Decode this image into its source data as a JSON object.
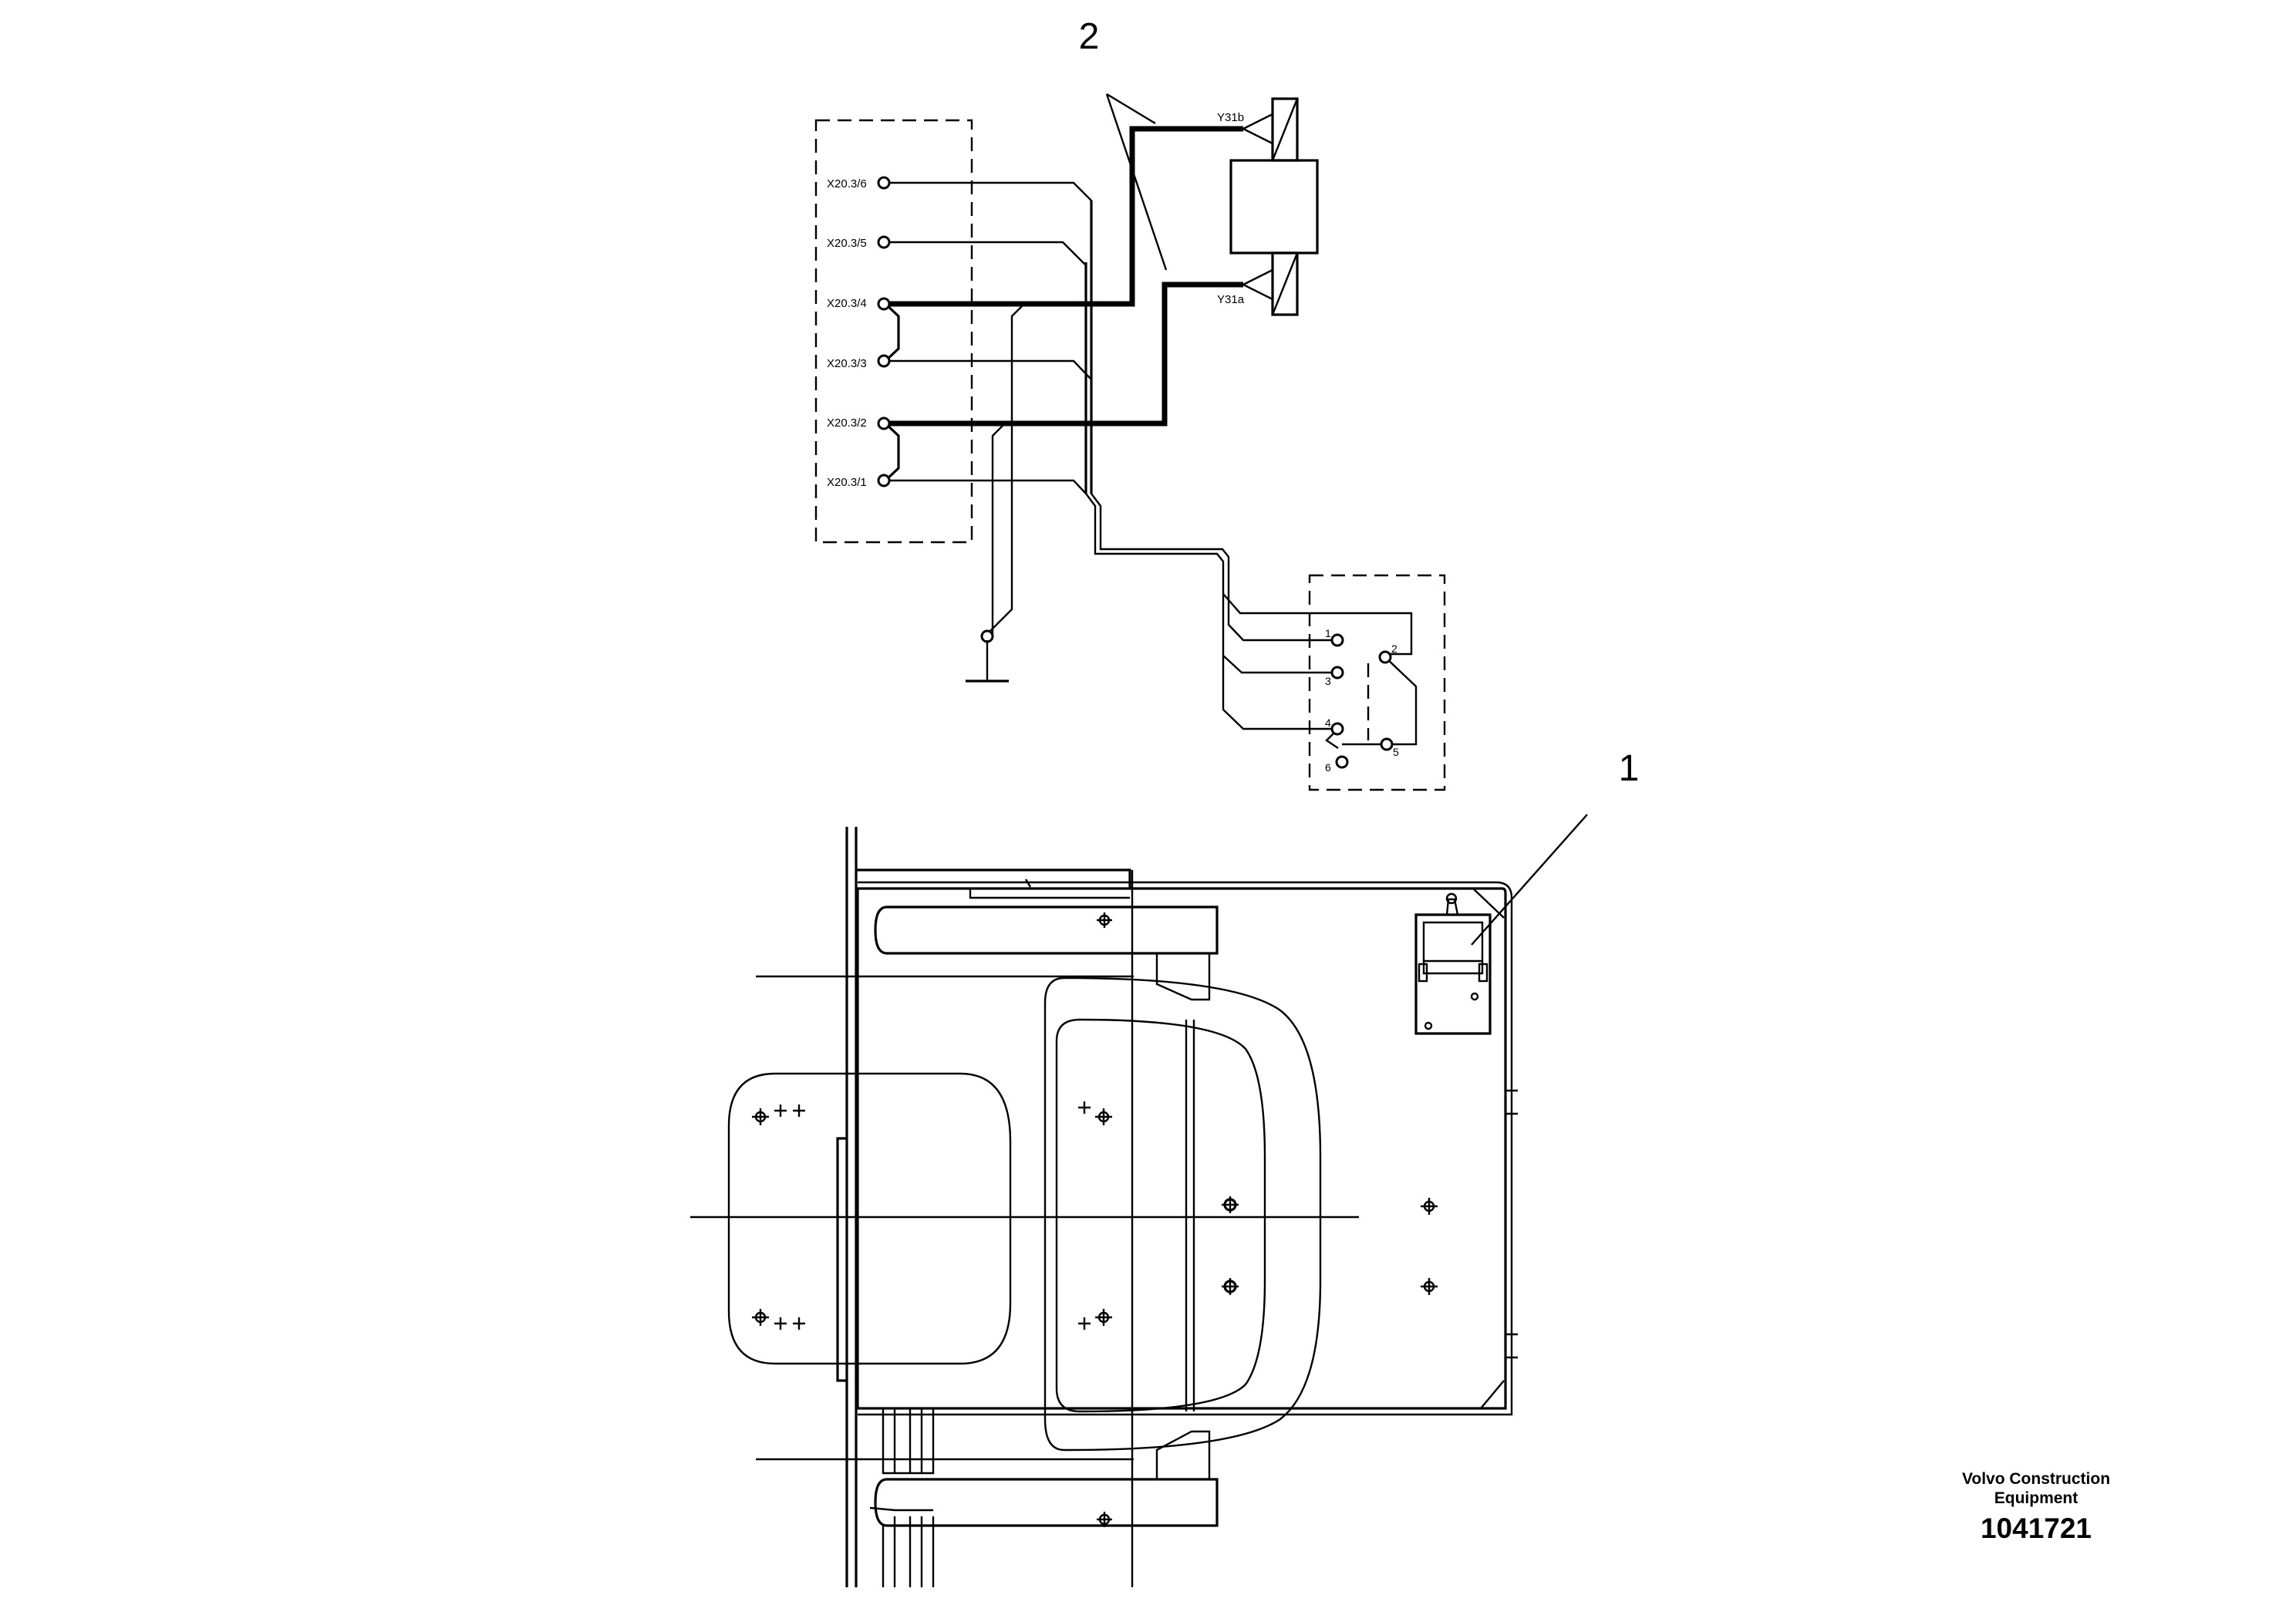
{
  "callouts": {
    "one": "1",
    "two": "2"
  },
  "connector_x20": {
    "pins": [
      "X20.3/6",
      "X20.3/5",
      "X20.3/4",
      "X20.3/3",
      "X20.3/2",
      "X20.3/1"
    ]
  },
  "valve": {
    "top_label": "Y31b",
    "bottom_label": "Y31a"
  },
  "switch": {
    "pins": [
      "1",
      "2",
      "3",
      "4",
      "5",
      "6"
    ]
  },
  "footer": {
    "brand_line1": "Volvo Construction",
    "brand_line2": "Equipment",
    "number": "1041721"
  }
}
